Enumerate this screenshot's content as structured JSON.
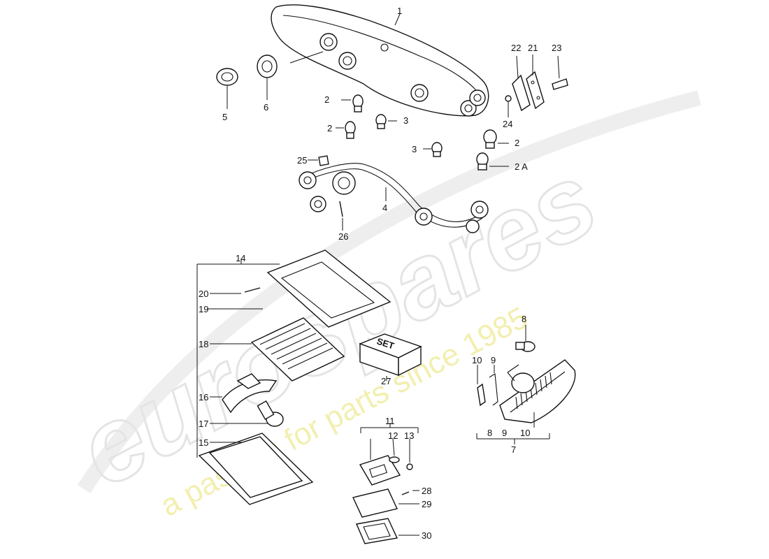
{
  "watermark": {
    "brand": "eurospares",
    "tagline": "a passion for parts since 1985"
  },
  "callouts": {
    "c1": "1",
    "c2a": "2",
    "c2b": "2",
    "c2c": "2",
    "c2A": "2 A",
    "c3a": "3",
    "c3b": "3",
    "c4": "4",
    "c5": "5",
    "c6": "6",
    "c7": "7",
    "c8a": "8",
    "c8b": "8",
    "c9a": "9",
    "c9b": "9",
    "c10a": "10",
    "c10b": "10",
    "c11": "11",
    "c12": "12",
    "c13": "13",
    "c14": "14",
    "c15": "15",
    "c16": "16",
    "c17": "17",
    "c18": "18",
    "c19": "19",
    "c20": "20",
    "c21": "21",
    "c22": "22",
    "c23": "23",
    "c24": "24",
    "c25": "25",
    "c26": "26",
    "c27": "27",
    "c28": "28",
    "c29": "29",
    "c30": "30"
  },
  "box_text": "SET"
}
